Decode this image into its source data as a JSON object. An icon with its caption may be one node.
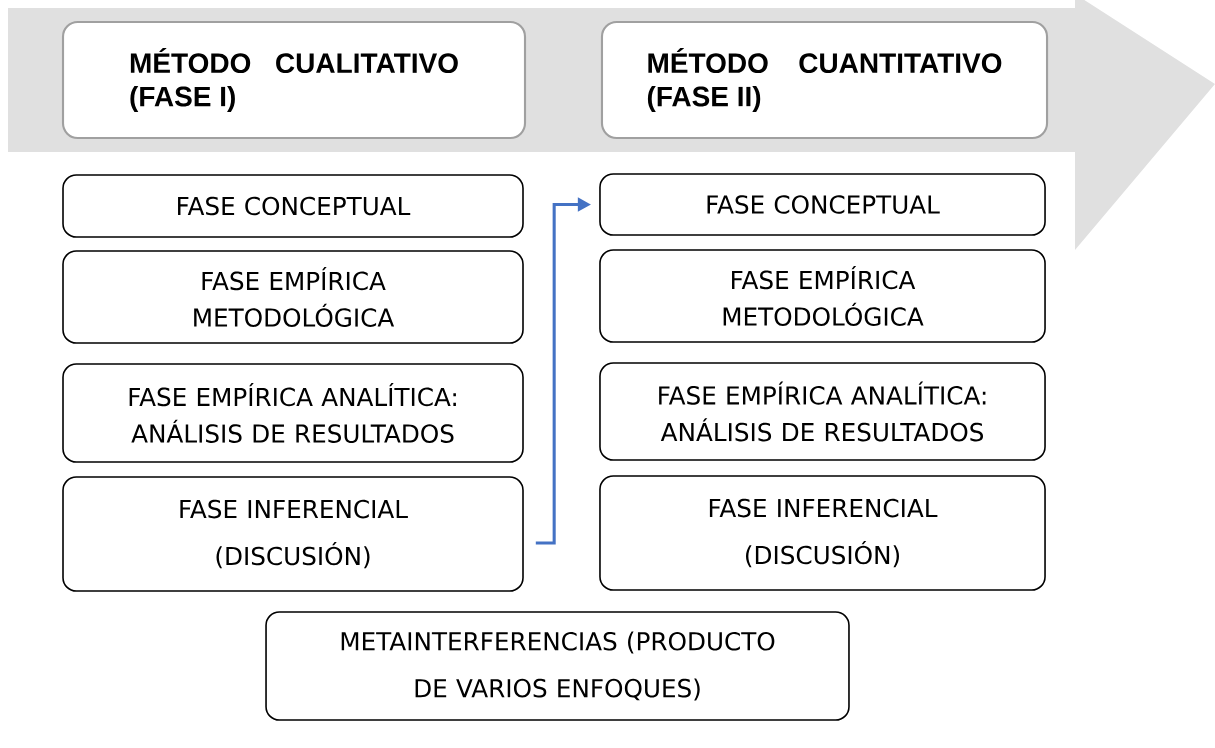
{
  "diagram": {
    "nodes": [
      {
        "text": [],
        "shape": "arrow"
      },
      {
        "text": [
          "MÉTODO CUALITATIVO (FASE I)"
        ],
        "in": 0
      },
      {
        "text": [
          "MÉTODO CUANTITATIVO (FASE II)"
        ],
        "in": 0
      },
      {
        "text": [
          "FASE CONCEPTUAL"
        ]
      },
      {
        "text": [
          "FASE EMPÍRICA METODOLÓGICA"
        ]
      },
      {
        "text": [
          "FASE EMPÍRICA ANALÍTICA: ANÁLISIS DE RESULTADOS"
        ]
      },
      {
        "text": [
          "FASE INFERENCIAL (DISCUSIÓN)"
        ]
      },
      {
        "text": [
          "FASE CONCEPTUAL"
        ]
      },
      {
        "text": [
          "FASE EMPÍRICA METODOLÓGICA"
        ]
      },
      {
        "text": [
          "FASE EMPÍRICA ANALÍTICA: ANÁLISIS DE RESULTADOS"
        ]
      },
      {
        "text": [
          "FASE INFERENCIAL (DISCUSIÓN)"
        ]
      },
      {
        "text": [
          "METAINTERFERENCIAS (PRODUCTO DE VARIOS ENFOQUES)"
        ]
      }
    ],
    "edges": [
      {
        "from": 6,
        "to": 7,
        "arrow": "to",
        "color": "#4472c4"
      }
    ]
  }
}
